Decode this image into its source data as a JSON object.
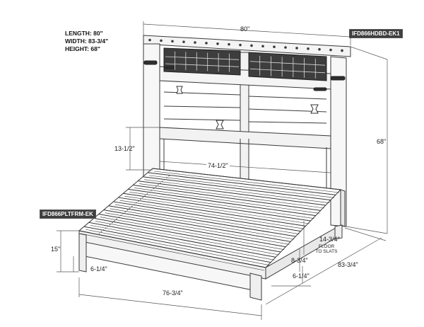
{
  "specs": {
    "length": "LENGTH: 80\"",
    "width": "WIDTH: 83-3/4\"",
    "height": "HEIGHT: 68\""
  },
  "part_numbers": {
    "headboard": "IFD866HDBD-EK1",
    "frame": "IFD866PLTFRM-EK"
  },
  "dimensions": {
    "top_width": "80\"",
    "overall_height": "68\"",
    "headboard_clearance": "13-1/2\"",
    "inner_width": "74-1/2\"",
    "footboard_height": "15\"",
    "leg_height_left": "6-1/4\"",
    "floor_to_slats": "14-3/4\"",
    "floor_to_slats_note": "FLOOR TO SLATS",
    "rail_height": "8-3/4\"",
    "leg_height_right": "6-1/4\"",
    "overall_length": "83-3/4\"",
    "front_width": "76-3/4\""
  },
  "colors": {
    "line": "#3a3a3a",
    "panel": "#e9e9e9",
    "dark": "#2e2e2e"
  }
}
